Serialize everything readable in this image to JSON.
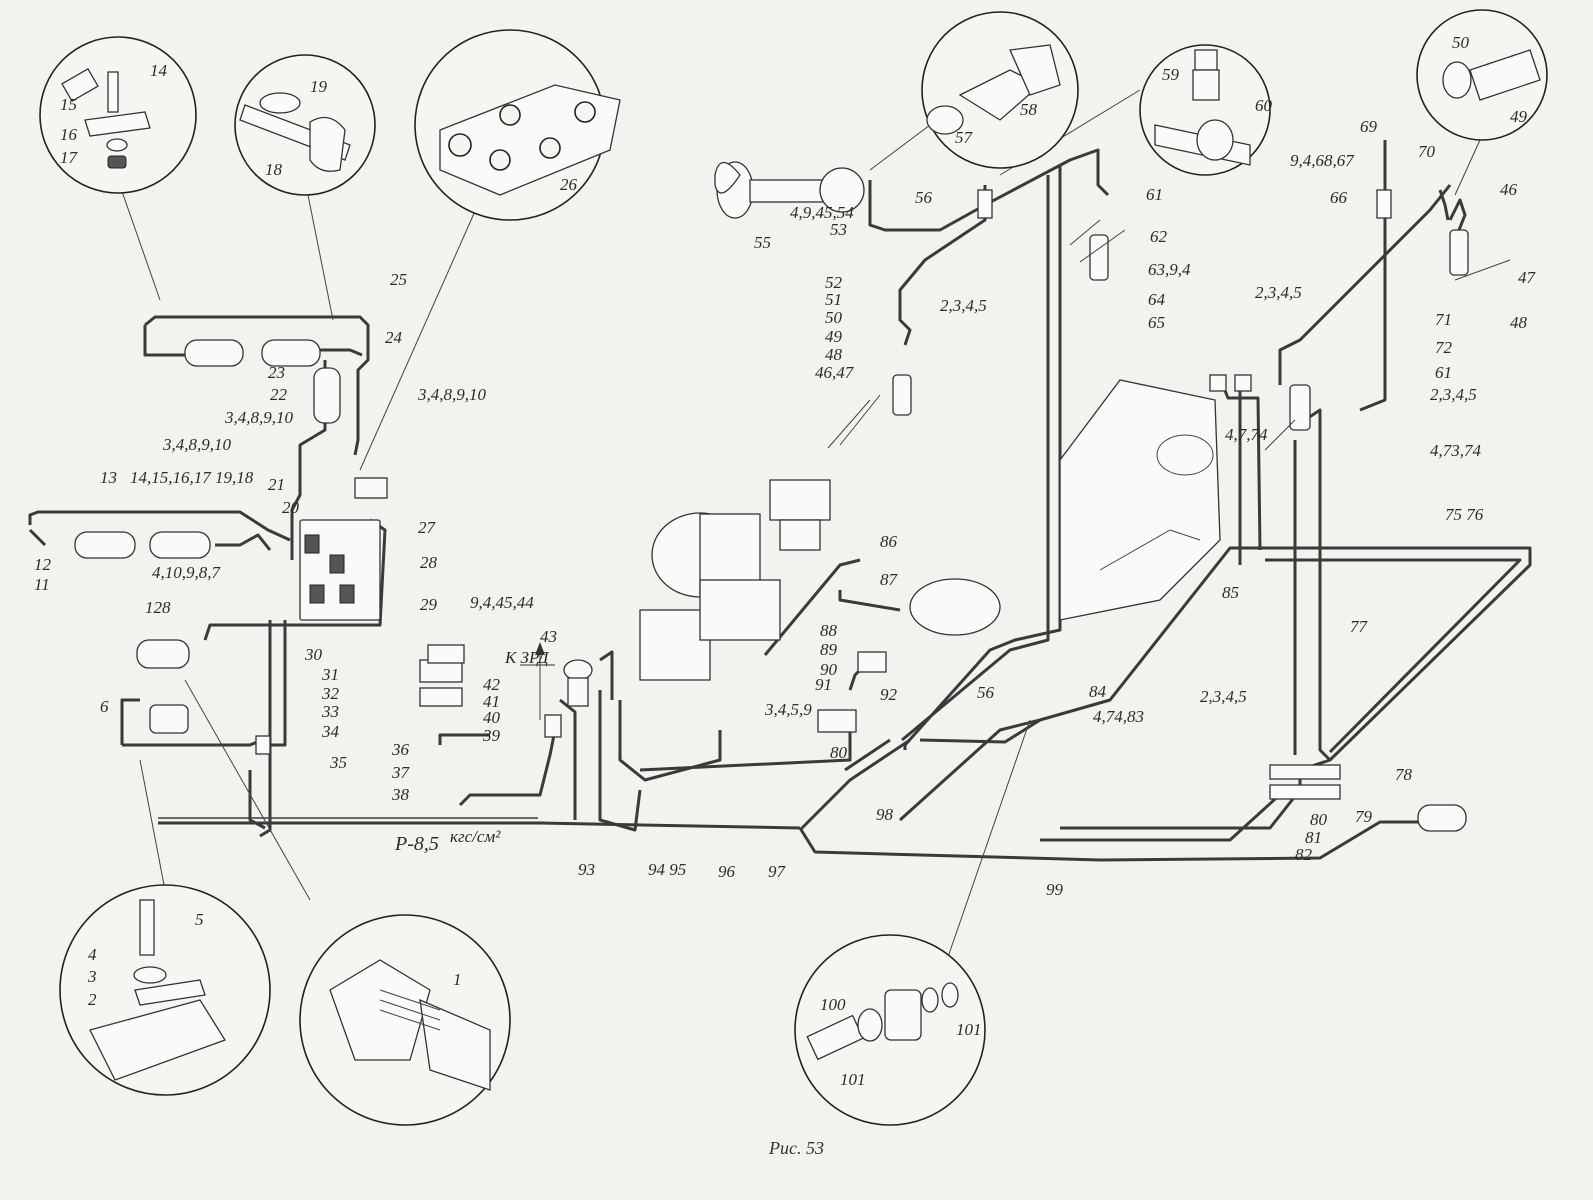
{
  "figure": {
    "caption": "Рис. 53",
    "pressure_label": "Р-8,5",
    "pressure_unit": "кгс/см²",
    "arrow_label": "К ЗРД"
  },
  "callouts": {
    "c1": "1",
    "c2": "2",
    "c3": "3",
    "c4": "4",
    "c5": "5",
    "c6": "6",
    "c11": "11",
    "c12": "12",
    "c13": "13",
    "c14": "14",
    "c15": "15",
    "c16": "16",
    "c17": "17",
    "c18": "18",
    "c19": "19",
    "c14_19": "14,15,16,17 19,18",
    "c20": "20",
    "c21": "21",
    "c22": "22",
    "c23": "23",
    "c24": "24",
    "c25": "25",
    "c26": "26",
    "c27": "27",
    "c28": "28",
    "c29": "29",
    "c30": "30",
    "c31": "31",
    "c32": "32",
    "c33": "33",
    "c34": "34",
    "c35": "35",
    "c36": "36",
    "c37": "37",
    "c38": "38",
    "c39": "39",
    "c40": "40",
    "c41": "41",
    "c42": "42",
    "c43": "43",
    "c3489a": "3,4,8,9,10",
    "c3489b": "3,4,8,9,10",
    "c3489c": "3,4,8,9,10",
    "c41098": "4,10,9,8,7",
    "c9444": "9,4,45,44",
    "c46": "46",
    "c47": "47",
    "c48": "48",
    "c49": "49",
    "c50": "50",
    "c4647": "46,47",
    "c48b": "48",
    "c49b": "49",
    "c50b": "50",
    "c51": "51",
    "c52": "52",
    "c53": "53",
    "c55": "55",
    "c56": "56",
    "c56b": "56",
    "c57": "57",
    "c58": "58",
    "c59": "59",
    "c60": "60",
    "c61": "61",
    "c61b": "61",
    "c62": "62",
    "c63": "63,9,4",
    "c64": "64",
    "c65": "65",
    "c66": "66",
    "c69": "69",
    "c70": "70",
    "c71": "71",
    "c72": "72",
    "c9468": "9,4,68,67",
    "c49454": "4,9,45,54",
    "c2345a": "2,3,4,5",
    "c2345b": "2,3,4,5",
    "c2345c": "2,3,4,5",
    "c2345d": "2,3,4,5",
    "c4774": "4,7,74",
    "c47374": "4,73,74",
    "c4774_83": "4,74,83",
    "c7576": "75 76",
    "c77": "77",
    "c78": "78",
    "c79": "79",
    "c80": "80",
    "c80b": "80",
    "c81": "81",
    "c82": "82",
    "c84": "84",
    "c85": "85",
    "c86": "86",
    "c87": "87",
    "c88": "88",
    "c89": "89",
    "c90": "90",
    "c91": "91",
    "c92": "92",
    "c93": "93",
    "c9495": "94 95",
    "c96": "96",
    "c97": "97",
    "c98": "98",
    "c99": "99",
    "c100": "100",
    "c101": "101",
    "c101b": "101",
    "c128": "128",
    "c3459": "3,4,5,9"
  }
}
